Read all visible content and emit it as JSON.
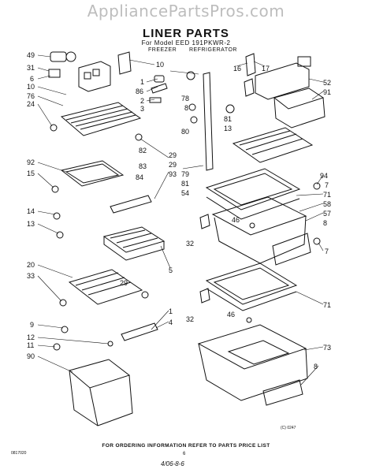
{
  "watermark": "AppliancePartsPros.com",
  "header": {
    "title": "LINER PARTS",
    "model": "For Model EED 191PKWR-2",
    "freezer_label": "FREEZER",
    "refrigerator_label": "REFRIGERATOR"
  },
  "callouts_left": [
    "49",
    "31",
    "6",
    "10",
    "76",
    "24",
    "92",
    "15",
    "14",
    "13",
    "20",
    "33",
    "9",
    "12",
    "11",
    "90"
  ],
  "callouts_mid": [
    "10",
    "1",
    "86",
    "2",
    "3",
    "82",
    "83",
    "84",
    "29",
    "93",
    "5",
    "29",
    "1",
    "4"
  ],
  "callouts_right": [
    "16",
    "17",
    "52",
    "91",
    "78",
    "8",
    "80",
    "81",
    "13",
    "79",
    "81",
    "54",
    "94",
    "7",
    "71",
    "46",
    "58",
    "57",
    "8",
    "32",
    "7",
    "71",
    "46",
    "32",
    "73",
    "8"
  ],
  "callouts_mid2": [
    "29"
  ],
  "footer": {
    "ordering_note": "FOR ORDERING INFORMATION REFER TO PARTS PRICE LIST",
    "page_number": "6",
    "corner_code": "0817020",
    "figure_code": "(C) 0247",
    "date_code": "4/06-8-6"
  }
}
